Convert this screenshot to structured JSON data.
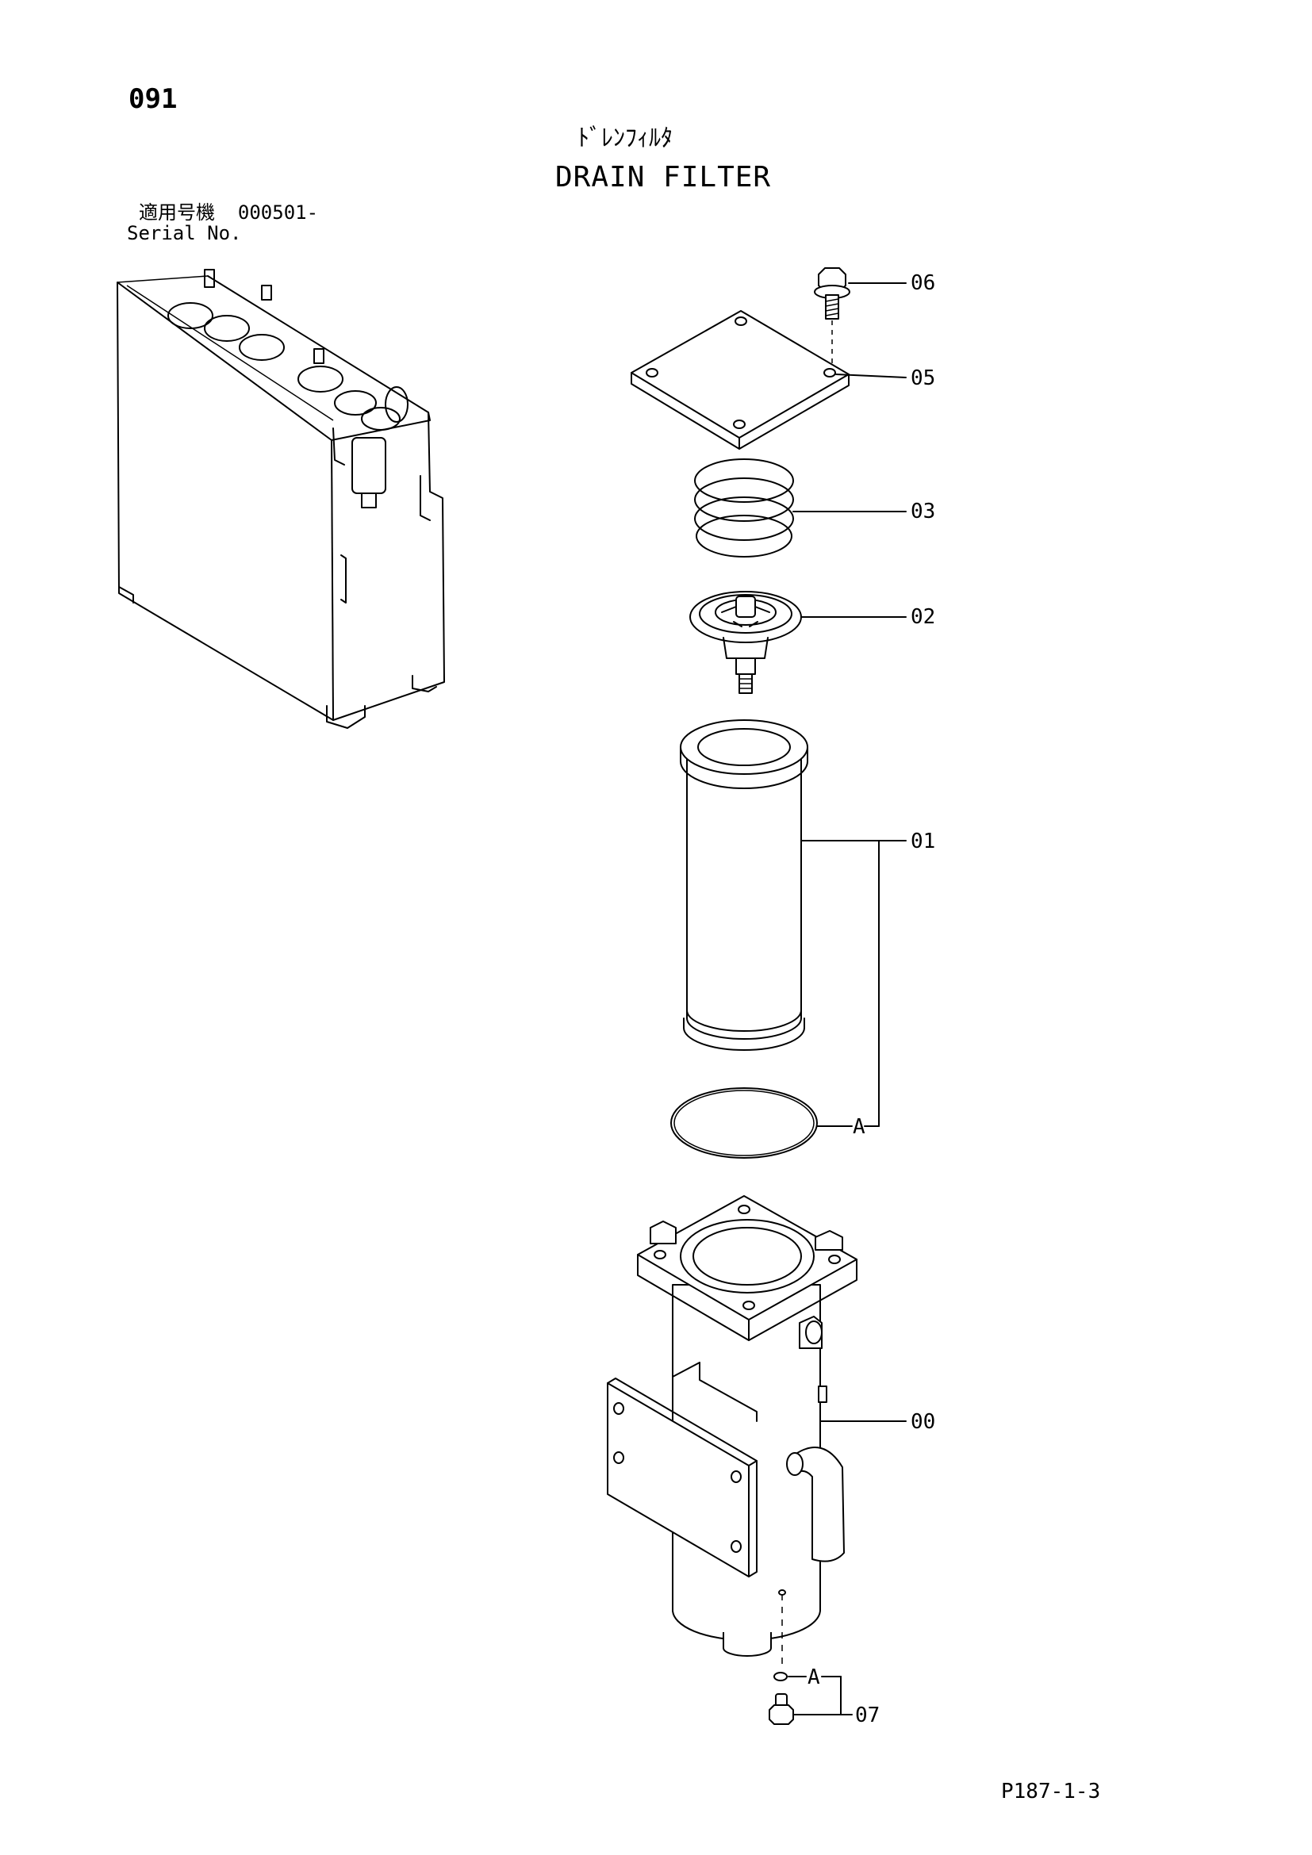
{
  "page_number": "091",
  "title_jp": "ﾄﾞﾚﾝﾌｨﾙﾀ",
  "title_en": "DRAIN FILTER",
  "serial": {
    "label_jp": "適用号機",
    "value": "000501-",
    "label_en": "Serial No."
  },
  "callouts": [
    {
      "id": "06"
    },
    {
      "id": "05"
    },
    {
      "id": "03"
    },
    {
      "id": "02"
    },
    {
      "id": "01"
    },
    {
      "id": "A"
    },
    {
      "id": "00"
    },
    {
      "id": "A"
    },
    {
      "id": "07"
    }
  ],
  "footer_code": "P187-1-3"
}
